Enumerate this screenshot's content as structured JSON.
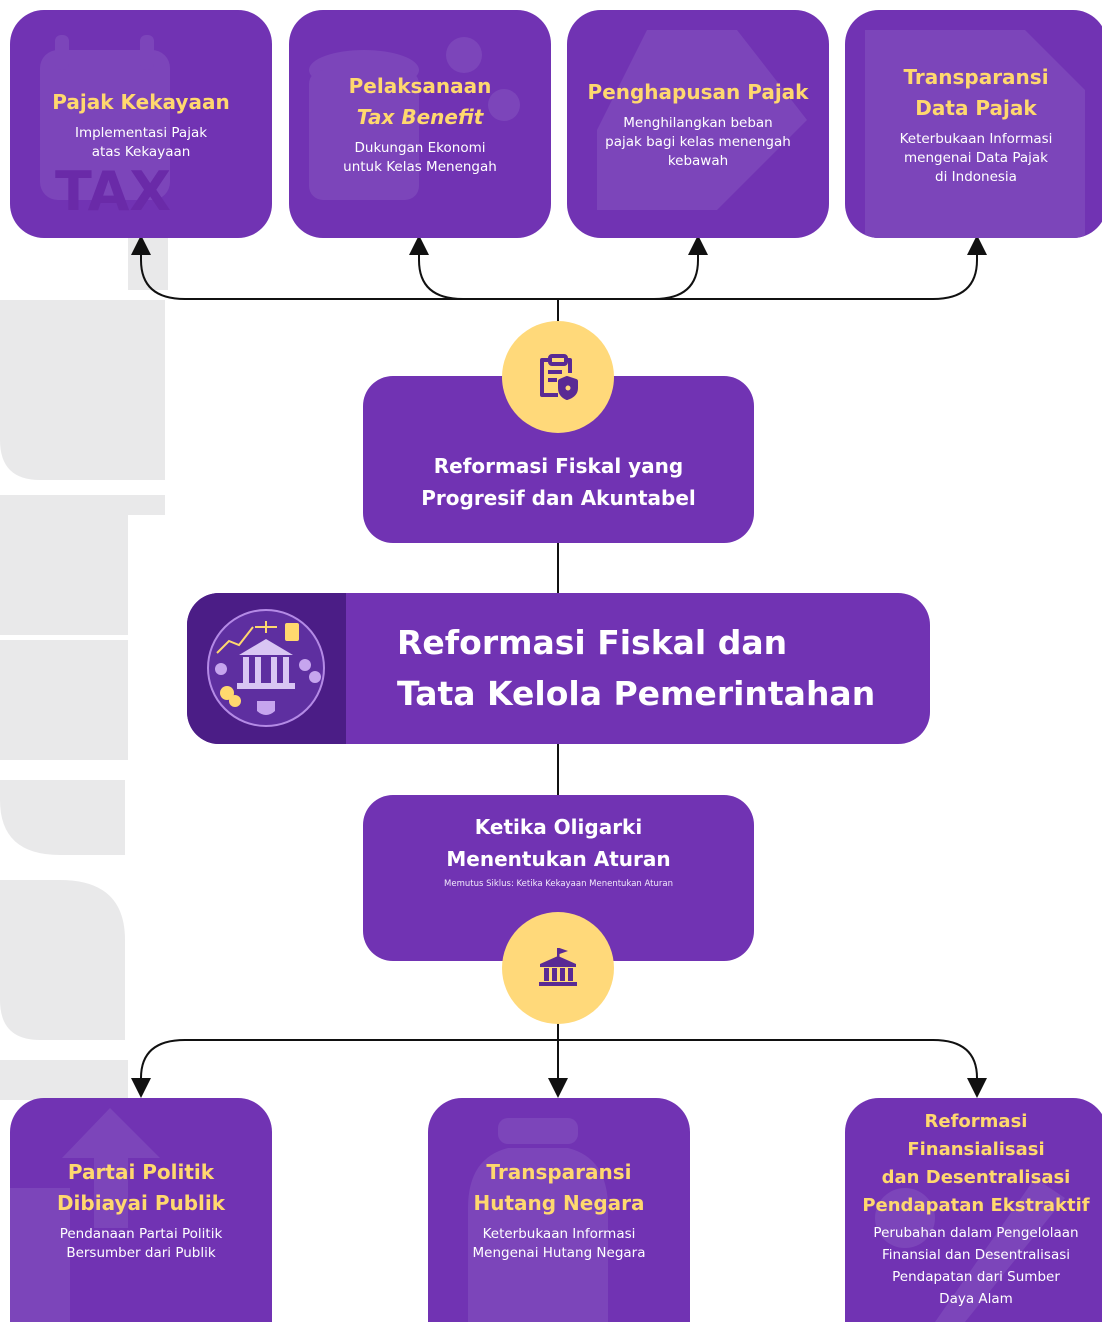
{
  "top_cards": [
    {
      "title": "Pajak Kekayaan",
      "title_italic": "",
      "desc": "Implementasi Pajak\natas Kekayaan"
    },
    {
      "title": "Pelaksanaan",
      "title_italic": "Tax Benefit",
      "desc": "Dukungan Ekonomi\nuntuk Kelas Menengah"
    },
    {
      "title": "Penghapusan Pajak",
      "title_italic": "",
      "desc": "Menghilangkan beban\npajak bagi kelas menengah\nkebawah"
    },
    {
      "title": "Transparansi\nData Pajak",
      "title_italic": "",
      "desc": "Keterbukaan Informasi\nmengenai Data Pajak\ndi Indonesia"
    }
  ],
  "upper_node": {
    "title": "Reformasi Fiskal yang\nProgresif dan Akuntabel"
  },
  "banner": {
    "title": "Reformasi Fiskal dan\nTata Kelola Pemerintahan"
  },
  "lower_node": {
    "title": "Ketika Oligarki\nMenentukan Aturan",
    "subtitle": "Memutus Siklus: Ketika Kekayaan Menentukan Aturan"
  },
  "bottom_cards": [
    {
      "title": "Partai Politik\nDibiayai Publik",
      "desc": "Pendanaan Partai Politik\nBersumber dari Publik"
    },
    {
      "title": "Transparansi\nHutang Negara",
      "desc": "Keterbukaan Informasi\nMengenai Hutang Negara"
    },
    {
      "title": "Reformasi Finansialisasi\ndan Desentralisasi\nPendapatan Ekstraktif",
      "desc": "Perubahan dalam Pengelolaan\nFinansial dan Desentralisasi\nPendapatan dari Sumber\nDaya Alam"
    }
  ],
  "icons": {
    "upper_circle": "clipboard-shield-icon",
    "lower_circle": "government-building-icon",
    "banner_image": "fiscal-governance-illustration"
  },
  "colors": {
    "card": "#7133b3",
    "accent_title": "#ffd86e",
    "circle": "#ffd97a",
    "line": "#111111",
    "banner_panel": "#4b1d86"
  }
}
